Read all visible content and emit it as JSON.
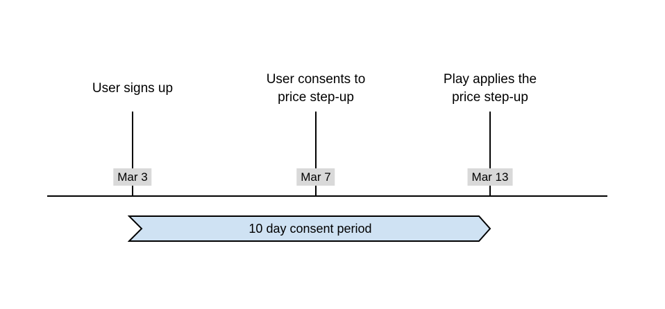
{
  "diagram": {
    "events": [
      {
        "title_line1": "User signs up",
        "title_line2": "",
        "date": "Mar 3"
      },
      {
        "title_line1": "User consents to",
        "title_line2": "price step-up",
        "date": "Mar 7"
      },
      {
        "title_line1": "Play applies the",
        "title_line2": "price step-up",
        "date": "Mar 13"
      }
    ],
    "period_banner": {
      "label": "10 day consent period"
    },
    "colors": {
      "line": "#000000",
      "date_bg": "#d9d9d9",
      "banner_fill": "#cfe2f3",
      "banner_border": "#000000"
    }
  }
}
